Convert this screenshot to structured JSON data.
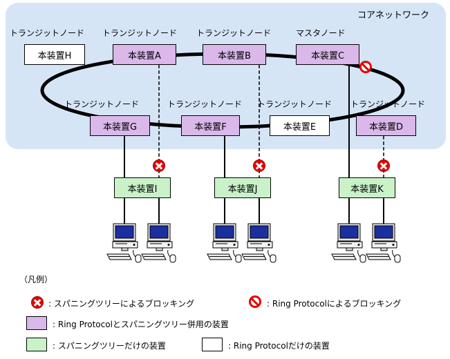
{
  "core": {
    "label": "コアネットワーク"
  },
  "roles": {
    "top": [
      "トランジットノード",
      "トランジットノード",
      "トランジットノード",
      "マスタノード"
    ],
    "middle": [
      "トランジットノード",
      "トランジットノード",
      "トランジットノード",
      "トランジットノード"
    ]
  },
  "nodes": {
    "top": [
      {
        "label": "本装置H",
        "type": "ring-only"
      },
      {
        "label": "本装置A",
        "type": "ring-stp"
      },
      {
        "label": "本装置B",
        "type": "ring-stp"
      },
      {
        "label": "本装置C",
        "type": "ring-stp"
      }
    ],
    "middle": [
      {
        "label": "本装置G",
        "type": "ring-stp"
      },
      {
        "label": "本装置F",
        "type": "ring-stp"
      },
      {
        "label": "本装置E",
        "type": "ring-only"
      },
      {
        "label": "本装置D",
        "type": "ring-stp"
      }
    ],
    "lower": [
      {
        "label": "本装置I",
        "type": "stp-only"
      },
      {
        "label": "本装置J",
        "type": "stp-only"
      },
      {
        "label": "本装置K",
        "type": "stp-only"
      }
    ]
  },
  "legend": {
    "title": "（凡例）",
    "items": [
      {
        "icon": "stp-blocking-icon",
        "label": ": スパニングツリーによるブロッキング"
      },
      {
        "icon": "ring-blocking-icon",
        "label": ": Ring Protocolによるブロッキング"
      },
      {
        "icon": "swatch-ring-stp",
        "label": ": Ring Protocolとスパニングツリー併用の装置"
      },
      {
        "icon": "swatch-stp-only",
        "label": ": スパニングツリーだけの装置"
      },
      {
        "icon": "swatch-ring-only",
        "label": ": Ring Protocolだけの装置"
      }
    ]
  },
  "colors": {
    "core_bg": "#d6e5f6",
    "ring_stp_device": "#dab8ea",
    "stp_only_device": "#c9f2c9",
    "ring_only_device": "#ffffff",
    "blocking_red": "#e60000"
  }
}
